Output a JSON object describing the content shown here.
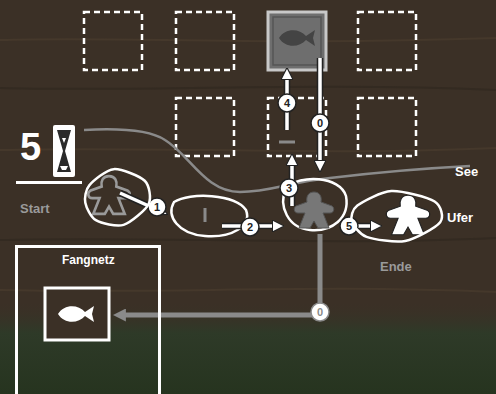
{
  "diagram": {
    "nodes": [
      {
        "text": [
          "5"
        ]
      },
      {
        "text": [
          "Start"
        ]
      },
      {
        "text": [
          "Ende"
        ]
      },
      {
        "text": [
          "Fangnetz"
        ]
      }
    ],
    "labels": [
      "See",
      "Ufer",
      "1",
      "2",
      "3",
      "4",
      "0",
      "5",
      "0"
    ]
  }
}
